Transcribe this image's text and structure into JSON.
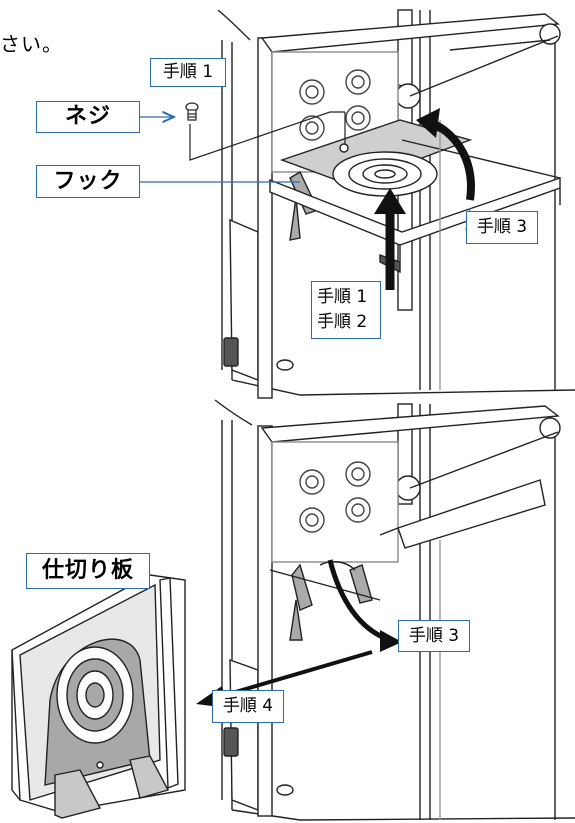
{
  "header_fragment": "さい。",
  "labels": {
    "screw": "ネジ",
    "hook": "フック",
    "partition": "仕切り板",
    "step1_top": "手順 1",
    "step3_top": "手順 3",
    "step1_bottom": "手順 1",
    "step2_bottom": "手順 2",
    "step3_lower": "手順 3",
    "step4_lower": "手順 4"
  },
  "colors": {
    "callout_border": "#2b6cb0",
    "line": "#222222",
    "arrow": "#111111",
    "shade": "#9a9a9a",
    "light": "#d9d9d9"
  }
}
